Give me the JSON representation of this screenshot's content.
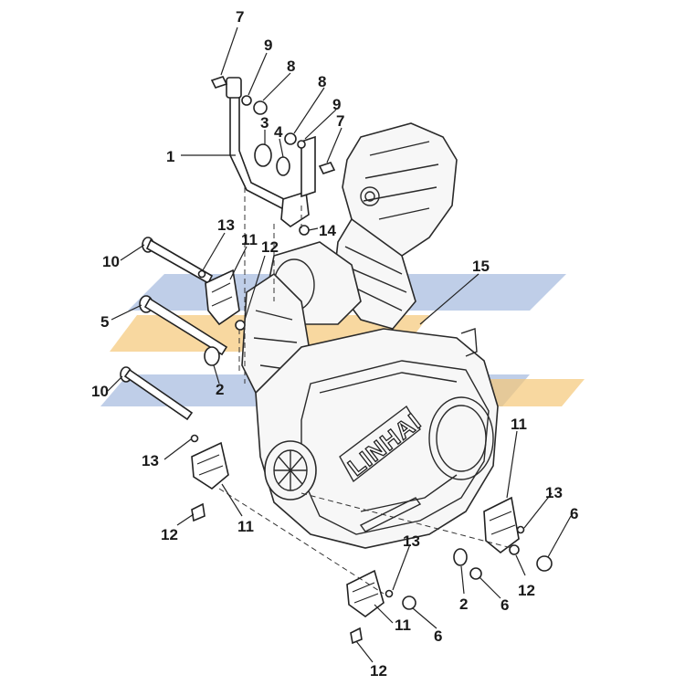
{
  "diagram": {
    "brand_logo_text": "LINHAI",
    "watermark_colors": {
      "blue": "#a9bde0",
      "orange": "#f5c878"
    },
    "callouts": [
      {
        "id": "c1",
        "label": "1"
      },
      {
        "id": "c2a",
        "label": "2"
      },
      {
        "id": "c2b",
        "label": "2"
      },
      {
        "id": "c3",
        "label": "3"
      },
      {
        "id": "c4",
        "label": "4"
      },
      {
        "id": "c5",
        "label": "5"
      },
      {
        "id": "c6a",
        "label": "6"
      },
      {
        "id": "c6b",
        "label": "6"
      },
      {
        "id": "c6c",
        "label": "6"
      },
      {
        "id": "c7a",
        "label": "7"
      },
      {
        "id": "c7b",
        "label": "7"
      },
      {
        "id": "c8a",
        "label": "8"
      },
      {
        "id": "c8b",
        "label": "8"
      },
      {
        "id": "c9a",
        "label": "9"
      },
      {
        "id": "c9b",
        "label": "9"
      },
      {
        "id": "c10a",
        "label": "10"
      },
      {
        "id": "c10b",
        "label": "10"
      },
      {
        "id": "c11a",
        "label": "11"
      },
      {
        "id": "c11b",
        "label": "11"
      },
      {
        "id": "c11c",
        "label": "11"
      },
      {
        "id": "c11d",
        "label": "11"
      },
      {
        "id": "c12a",
        "label": "12"
      },
      {
        "id": "c12b",
        "label": "12"
      },
      {
        "id": "c12c",
        "label": "12"
      },
      {
        "id": "c12d",
        "label": "12"
      },
      {
        "id": "c13a",
        "label": "13"
      },
      {
        "id": "c13b",
        "label": "13"
      },
      {
        "id": "c13c",
        "label": "13"
      },
      {
        "id": "c13d",
        "label": "13"
      },
      {
        "id": "c14",
        "label": "14"
      },
      {
        "id": "c15",
        "label": "15"
      }
    ]
  }
}
